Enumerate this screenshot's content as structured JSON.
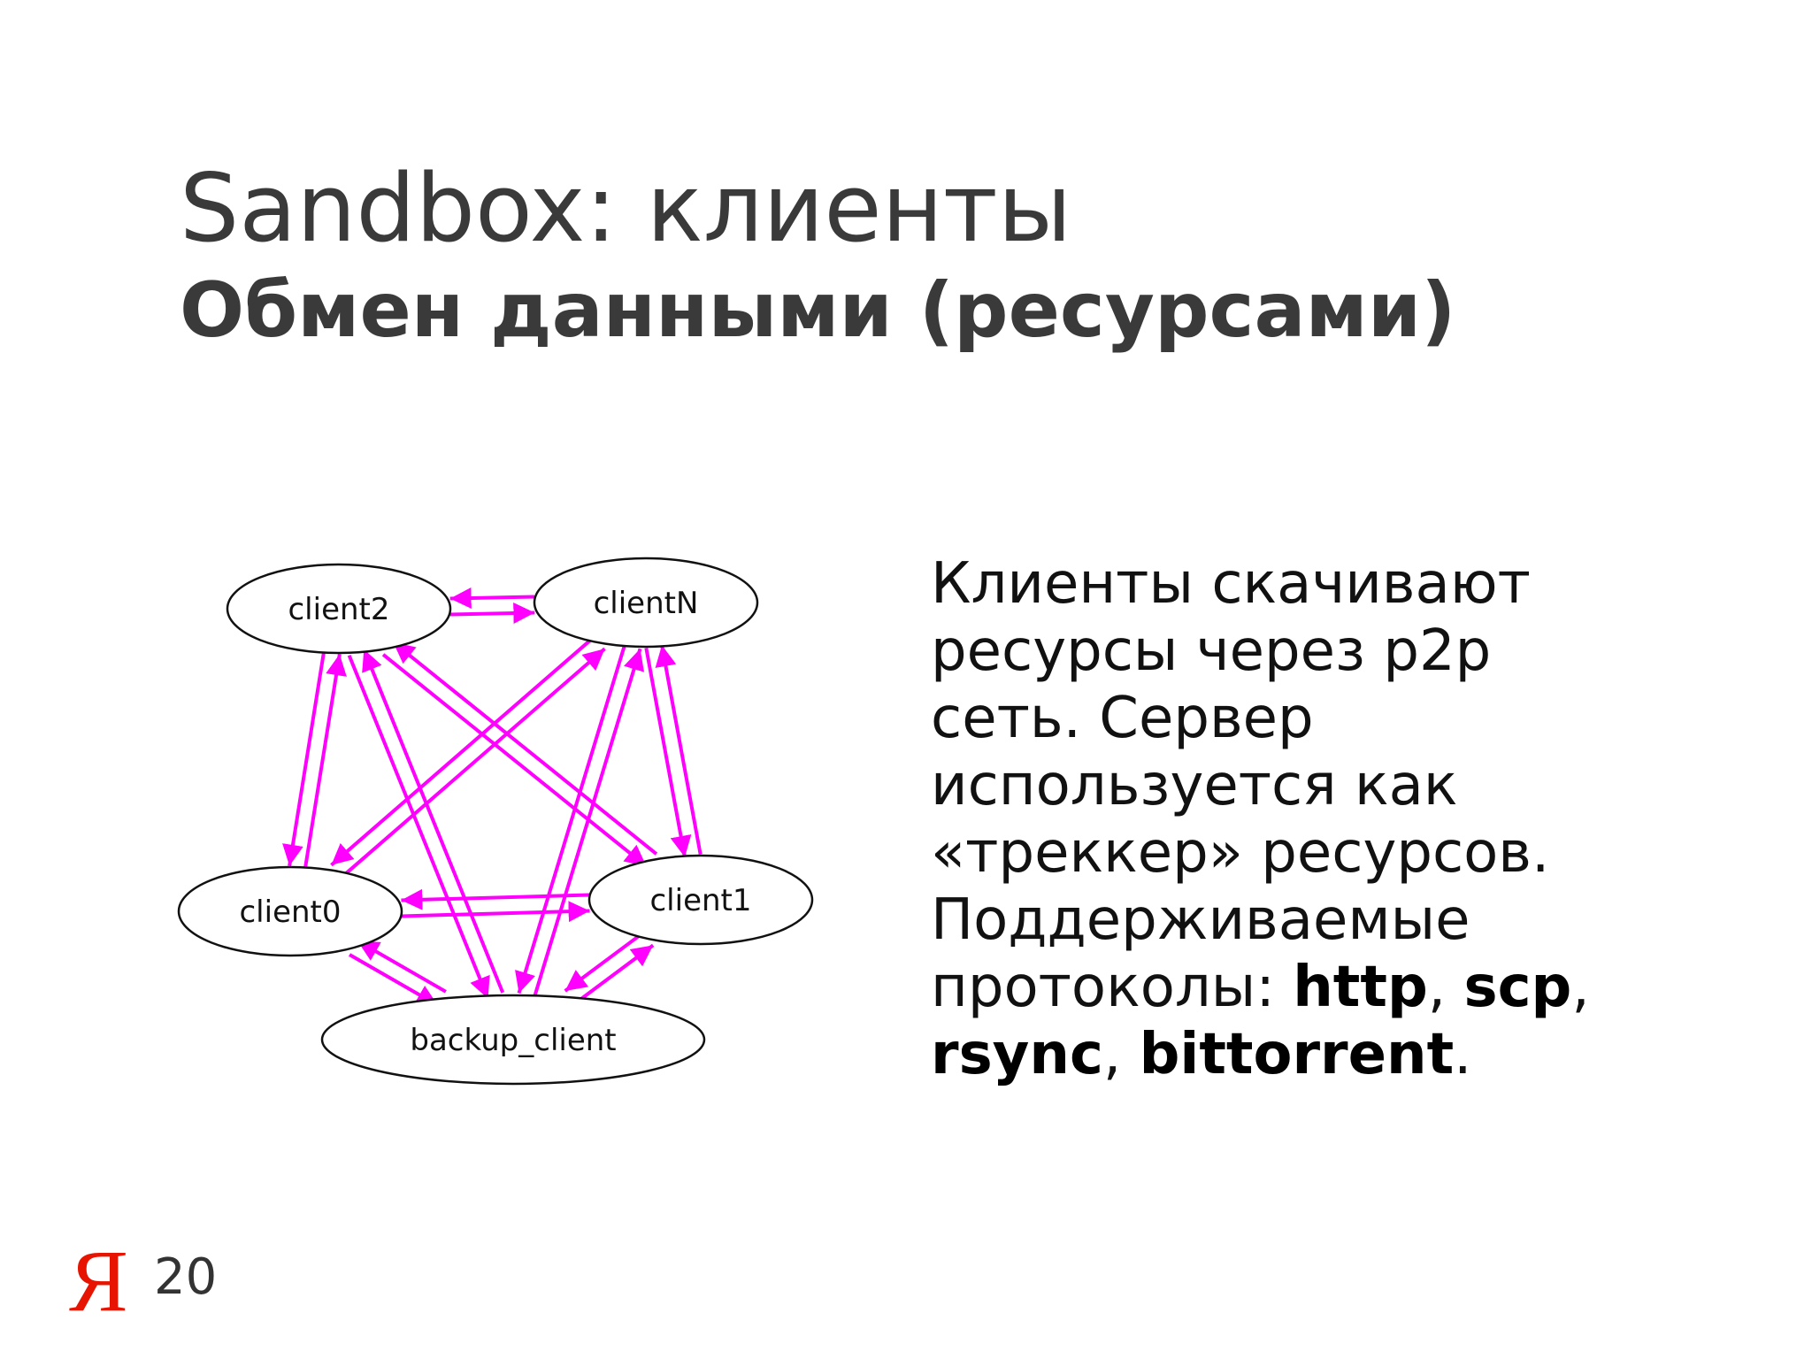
{
  "slide": {
    "title": "Sandbox: клиенты",
    "subtitle": "Обмен данными (ресурсами)",
    "page_number": "20",
    "logo": "Я"
  },
  "diagram": {
    "nodes": [
      "client2",
      "clientN",
      "client0",
      "client1",
      "backup_client"
    ],
    "edge_color": "#ff00ff",
    "edges": [
      [
        "client2",
        "clientN"
      ],
      [
        "clientN",
        "client2"
      ],
      [
        "client0",
        "client1"
      ],
      [
        "client1",
        "client0"
      ],
      [
        "client0",
        "client2"
      ],
      [
        "client2",
        "client0"
      ],
      [
        "clientN",
        "client1"
      ],
      [
        "client1",
        "clientN"
      ],
      [
        "client2",
        "client1"
      ],
      [
        "client1",
        "client2"
      ],
      [
        "clientN",
        "client0"
      ],
      [
        "client0",
        "clientN"
      ],
      [
        "backup_client",
        "client0"
      ],
      [
        "client0",
        "backup_client"
      ],
      [
        "backup_client",
        "client1"
      ],
      [
        "client1",
        "backup_client"
      ],
      [
        "backup_client",
        "client2"
      ],
      [
        "client2",
        "backup_client"
      ],
      [
        "backup_client",
        "clientN"
      ],
      [
        "clientN",
        "backup_client"
      ]
    ]
  },
  "body": {
    "line1": "Клиенты скачивают",
    "line2": "ресурсы через p2p",
    "line3": "сеть. Сервер",
    "line4": "используется как",
    "line5": "«треккер» ресурсов.",
    "line6": "Поддерживаемые",
    "line7_prefix": "протоколы: ",
    "protocol1": "http",
    "sep1": ", ",
    "protocol2": "scp",
    "sep2": ",",
    "protocol3": "rsync",
    "sep3": ", ",
    "protocol4": "bittorrent",
    "end": "."
  }
}
